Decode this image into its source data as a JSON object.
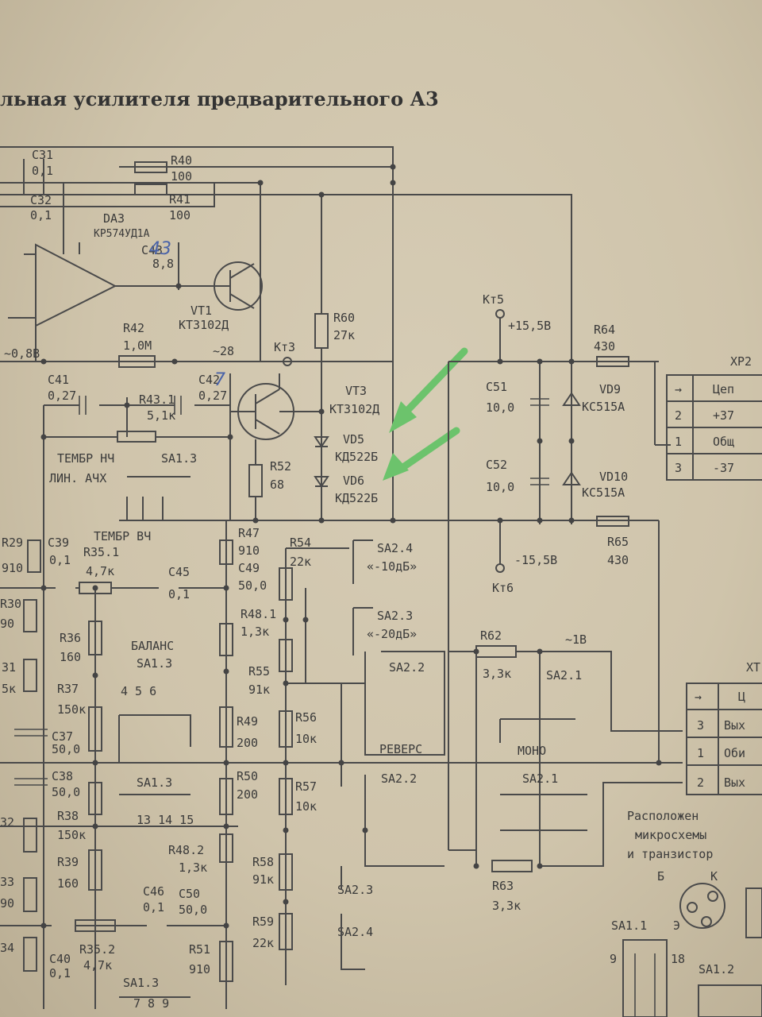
{
  "title": "льная усилителя предварительного А3",
  "labels": {
    "c31": "C31",
    "c31v": "0,1",
    "c32": "C32",
    "c32v": "0,1",
    "r40": "R40",
    "r40v": "100",
    "r41": "R41",
    "r41v": "100",
    "da3": "DA3",
    "da3t": "КР574УД1А",
    "c43": "C43",
    "c43v": "8,8",
    "vt1": "VT1",
    "vt1t": "КТ3102Д",
    "r42": "R42",
    "r42v": "1,0М",
    "v08": "~0,8В",
    "v28": "~28",
    "kt3": "Кт3",
    "r60": "R60",
    "r60v": "27к",
    "c41": "C41",
    "c41v": "0,27",
    "r431": "R43.1",
    "r431v": "5,1к",
    "c42": "C42",
    "c42v": "0,27",
    "vt3": "VT3",
    "vt3t": "КТ3102Д",
    "vd5": "VD5",
    "vd5t": "КД522Б",
    "vd6": "VD6",
    "vd6t": "КД522Б",
    "r52": "R52",
    "r52v": "68",
    "tembr_nch": "ТЕМБР НЧ",
    "lin_achh": "ЛИН. АЧХ",
    "sa13a": "SA1.3",
    "tembr_vch": "ТЕМБР ВЧ",
    "kt5": "Кт5",
    "p155": "+15,5В",
    "r64": "R64",
    "r64v": "430",
    "c51": "C51",
    "c51v": "10,0",
    "c52": "C52",
    "c52v": "10,0",
    "vd9": "VD9",
    "vd9t": "КС515А",
    "vd10": "VD10",
    "vd10t": "КС515А",
    "r65": "R65",
    "r65v": "430",
    "m155": "-15,5В",
    "kt6": "Кт6",
    "xp2": "XP2",
    "conn_rows": [
      {
        "n": "→",
        "t": "Цеп"
      },
      {
        "n": "2",
        "t": "+37"
      },
      {
        "n": "1",
        "t": "Общ"
      },
      {
        "n": "3",
        "t": "-37"
      }
    ],
    "r29": "R29",
    "r29v": "910",
    "c39": "C39",
    "c39v": "0,1",
    "r351": "R35.1",
    "r351v": "4,7к",
    "c45": "C45",
    "c45v": "0,1",
    "r47": "R47",
    "r47v": "910",
    "c49": "C49",
    "c49v": "50,0",
    "r481": "R48.1",
    "r481v": "1,3к",
    "r54": "R54",
    "r54v": "22к",
    "sa24": "SA2.4",
    "db10": "«-10дБ»",
    "sa23": "SA2.3",
    "db20": "«-20дБ»",
    "r30v": "90",
    "r36": "R36",
    "r36v": "160",
    "balans": "БАЛАНС",
    "sa13b": "SA1.3",
    "r55": "R55",
    "r55v": "91к",
    "sa22": "SA2.2",
    "r62": "R62",
    "r62v": "3,3к",
    "v1": "~1В",
    "sa21a": "SA2.1",
    "r37": "R37",
    "r37v": "150к",
    "c37": "C37",
    "c37v": "50,0",
    "r49": "R49",
    "r49v": "200",
    "r56": "R56",
    "r56v": "10к",
    "revers": "РЕВЕРС",
    "mono": "МОНО",
    "xt": "ХТ",
    "conn2_rows": [
      {
        "n": "→",
        "t": "Ц"
      },
      {
        "n": "3",
        "t": "Вых"
      },
      {
        "n": "1",
        "t": "Оби"
      },
      {
        "n": "2",
        "t": "Вых"
      }
    ],
    "c38": "C38",
    "c38v": "50,0",
    "sa13c": "SA1.3",
    "r50": "R50",
    "r50v": "200",
    "r57": "R57",
    "r57v": "10к",
    "sa22b": "SA2.2",
    "sa21b": "SA2.1",
    "r38": "R38",
    "r38v": "150к",
    "r482": "R48.2",
    "r482v": "1,3к",
    "pins131415": "13 14 15",
    "location1": "Расположен",
    "location2": "микросхемы",
    "location3": "и транзистор",
    "r58": "R58",
    "r58v": "91к",
    "sa23b": "SA2.3",
    "r63": "R63",
    "r63v": "3,3к",
    "r39": "R39",
    "r39v": "160",
    "c46": "C46",
    "c46v": "0,1",
    "c50": "C50",
    "c50v": "50,0",
    "r59": "R59",
    "r59v": "22к",
    "sa24b": "SA2.4",
    "r352": "R35.2",
    "r352v": "4,7к",
    "r51": "R51",
    "r51v": "910",
    "c40": "C40",
    "c40v": "0,1",
    "sa13d": "SA1.3",
    "pins789": "7 8 9",
    "sa11": "SA1.1",
    "sa12": "SA1.2",
    "pin_b": "Б",
    "pin_k": "К",
    "pin_e": "Э",
    "r30": "R30",
    "r31": "31",
    "r31v": "5к",
    "r32": "32",
    "r33": "33",
    "r33v": "90",
    "r34": "34",
    "n9": "9",
    "n18": "18",
    "hw1": "43",
    "hw2": "7"
  }
}
